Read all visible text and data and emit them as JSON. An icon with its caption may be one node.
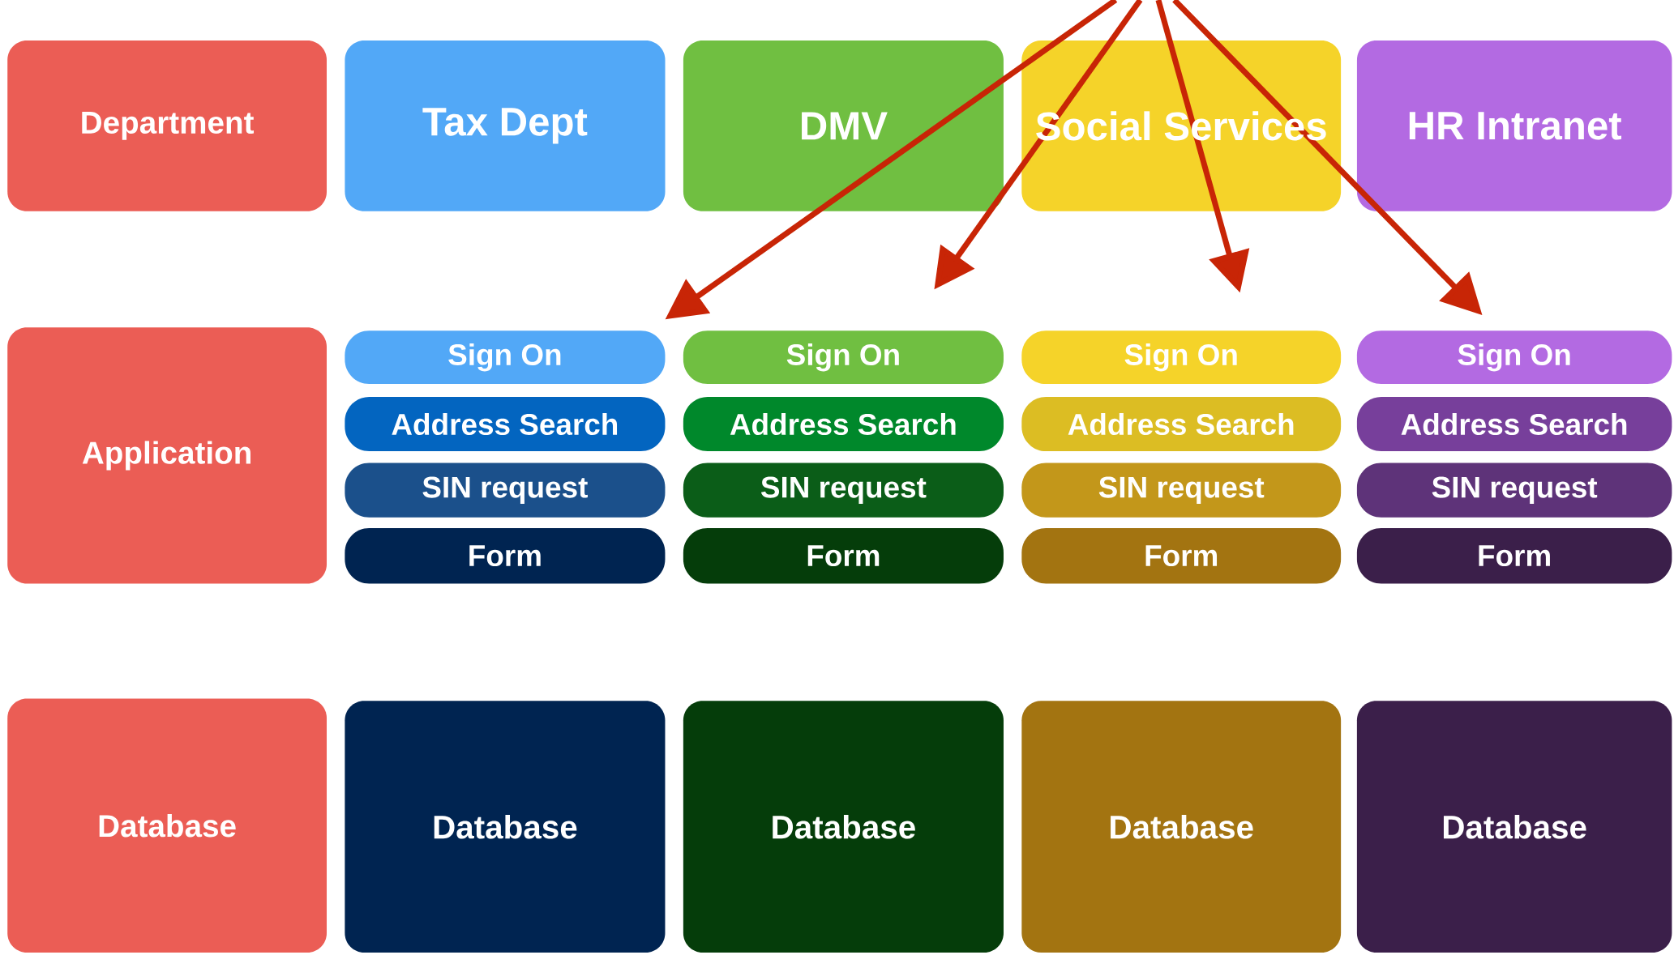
{
  "diagram": {
    "nodes": [
      {
        "text": [
          "Department"
        ]
      },
      {
        "text": [
          "Tax Dept"
        ]
      },
      {
        "text": [
          "DMV"
        ]
      },
      {
        "text": [
          "Social Services"
        ]
      },
      {
        "text": [
          "HR Intranet"
        ]
      },
      {
        "text": [
          "Application"
        ]
      },
      {
        "text": [
          "Sign On"
        ]
      },
      {
        "text": [
          "Address Search"
        ]
      },
      {
        "text": [
          "SIN request"
        ]
      },
      {
        "text": [
          "Form"
        ]
      },
      {
        "text": [
          "Sign On"
        ]
      },
      {
        "text": [
          "Address Search"
        ]
      },
      {
        "text": [
          "SIN request"
        ]
      },
      {
        "text": [
          "Form"
        ]
      },
      {
        "text": [
          "Sign On"
        ]
      },
      {
        "text": [
          "Address Search"
        ]
      },
      {
        "text": [
          "SIN request"
        ]
      },
      {
        "text": [
          "Form"
        ]
      },
      {
        "text": [
          "Sign On"
        ]
      },
      {
        "text": [
          "Address Search"
        ]
      },
      {
        "text": [
          "SIN request"
        ]
      },
      {
        "text": [
          "Form"
        ]
      },
      {
        "text": [
          "Database"
        ]
      },
      {
        "text": [
          "Database"
        ]
      },
      {
        "text": [
          "Database"
        ]
      },
      {
        "text": [
          "Database"
        ]
      },
      {
        "text": [
          "Database"
        ]
      }
    ],
    "edges": [
      {
        "from": null,
        "to": 6,
        "arrow": "to"
      },
      {
        "from": null,
        "to": 10,
        "arrow": "to"
      },
      {
        "from": null,
        "to": 14,
        "arrow": "to"
      },
      {
        "from": null,
        "to": 18,
        "arrow": "to"
      }
    ]
  }
}
